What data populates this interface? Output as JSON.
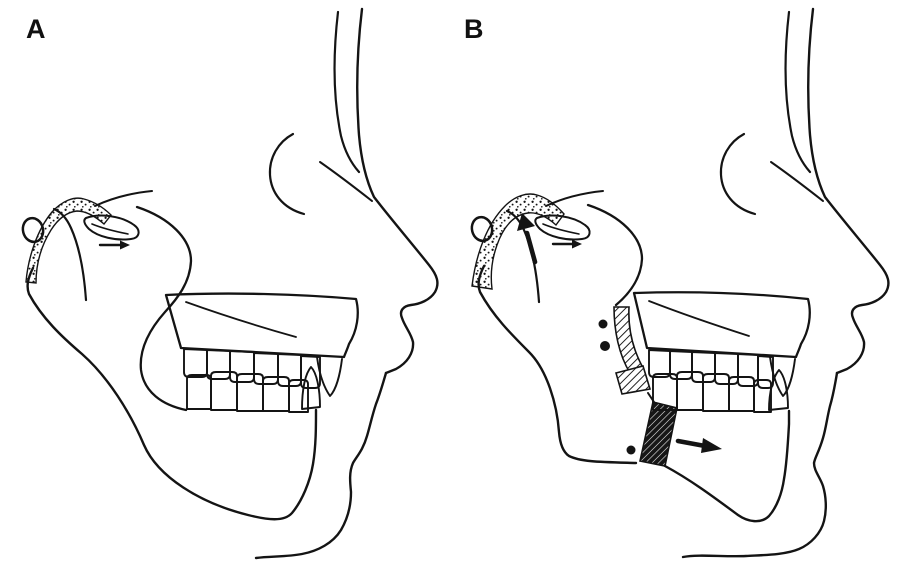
{
  "figure": {
    "background_color": "#ffffff",
    "ink_color": "#141414",
    "panels": [
      {
        "id": "panel-a",
        "label": "A"
      },
      {
        "id": "panel-b",
        "label": "B"
      }
    ],
    "icons": {
      "disc-arrow-icon": "→",
      "condyle-seating-arrow-icon": "↑",
      "advancement-arrow-icon": "→"
    }
  }
}
